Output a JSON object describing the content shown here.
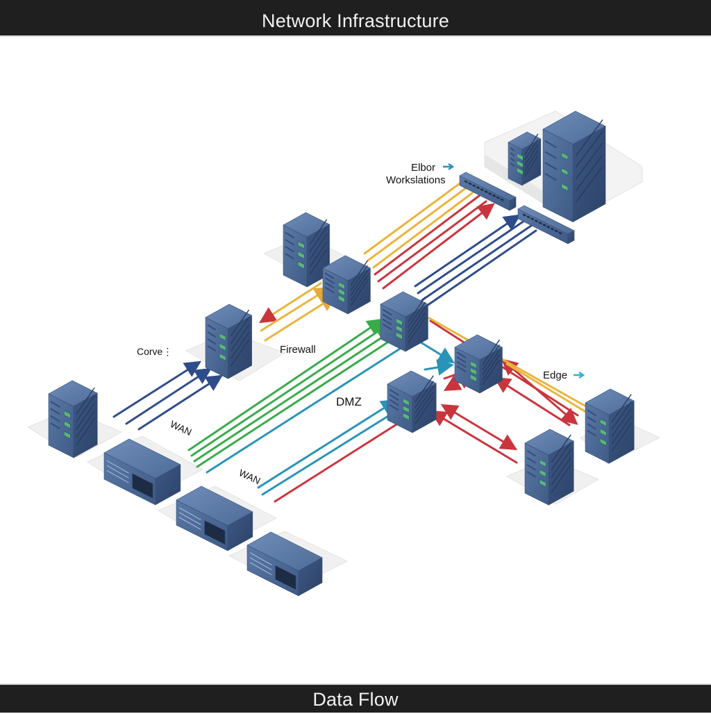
{
  "header": {
    "title": "Network Infrastructure"
  },
  "footer": {
    "title": "Data Flow"
  },
  "colors": {
    "background": "#ffffff",
    "bar": "#1f1f1f",
    "device_blue": "#4f6d99",
    "platform": "#f0f0f0",
    "flow_yellow": "#e8b53a",
    "flow_red": "#c9353d",
    "flow_navy": "#2f4c8a",
    "flow_green": "#3aaa4a",
    "flow_teal": "#2a93b8"
  },
  "labels": {
    "fiber": "Elbor",
    "workstations": "Workslations",
    "server": "Corve⋮",
    "firewall": "Firewall ",
    "dmz": "DMZ",
    "wan_1": "WAN",
    "wan_2": "WAN",
    "edge": "Edge"
  },
  "icons": {
    "arrow": "arrow-right-icon"
  },
  "devices": [
    {
      "id": "datacenter-large-server",
      "kind": "tower-server"
    },
    {
      "id": "datacenter-small-server",
      "kind": "tower-server"
    },
    {
      "id": "switch-top",
      "kind": "switch"
    },
    {
      "id": "switch-mid",
      "kind": "switch"
    },
    {
      "id": "server-upper",
      "kind": "tower-server"
    },
    {
      "id": "router-core-a",
      "kind": "cube-router"
    },
    {
      "id": "router-core-b",
      "kind": "cube-router"
    },
    {
      "id": "server-firewall",
      "kind": "tower-server"
    },
    {
      "id": "router-edge",
      "kind": "cube-router"
    },
    {
      "id": "router-dmz",
      "kind": "cube-router"
    },
    {
      "id": "server-left",
      "kind": "tower-server"
    },
    {
      "id": "server-edge-right",
      "kind": "tower-server"
    },
    {
      "id": "server-bottom-right",
      "kind": "tower-server"
    },
    {
      "id": "wan-appliance-1",
      "kind": "appliance"
    },
    {
      "id": "wan-appliance-2",
      "kind": "appliance"
    },
    {
      "id": "wan-appliance-3",
      "kind": "appliance"
    }
  ]
}
